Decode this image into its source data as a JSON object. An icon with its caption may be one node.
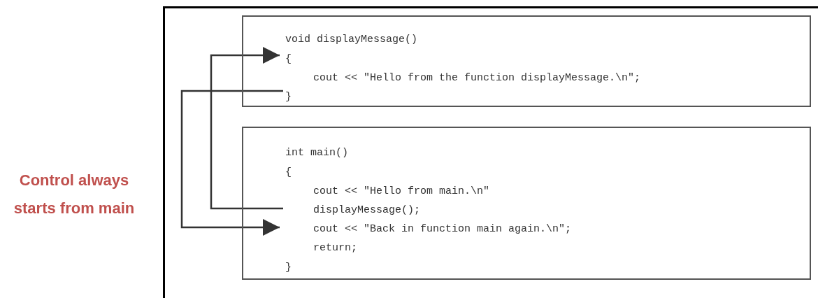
{
  "diagram": {
    "nodes": [
      {
        "text": [],
        "shape": "box"
      },
      {
        "text": [
          "void displayMessage()"
        ],
        "in": 0
      },
      {
        "text": [
          "{"
        ],
        "in": 0
      },
      {
        "text": [
          "cout << \"Hello from the function displayMessage.\\n\";"
        ],
        "in": 0
      },
      {
        "text": [
          "}"
        ],
        "in": 0
      },
      {
        "text": [],
        "shape": "box"
      },
      {
        "text": [
          "int main()"
        ],
        "in": 5
      },
      {
        "text": [
          "{"
        ],
        "in": 5
      },
      {
        "text": [
          "cout << \"Hello from main.\\n\""
        ],
        "in": 5
      },
      {
        "text": [
          "displayMessage();"
        ],
        "in": 5
      },
      {
        "text": [
          "cout << \"Back in function main again.\\n\";"
        ],
        "in": 5
      },
      {
        "text": [
          "return;"
        ],
        "in": 5
      },
      {
        "text": [
          "}"
        ],
        "in": 5
      }
    ],
    "edges": [
      {
        "from": 9,
        "to": 2,
        "arrow": "to"
      },
      {
        "from": 4,
        "to": 10,
        "arrow": "to"
      }
    ],
    "labels": [
      "Control always starts from main"
    ]
  }
}
